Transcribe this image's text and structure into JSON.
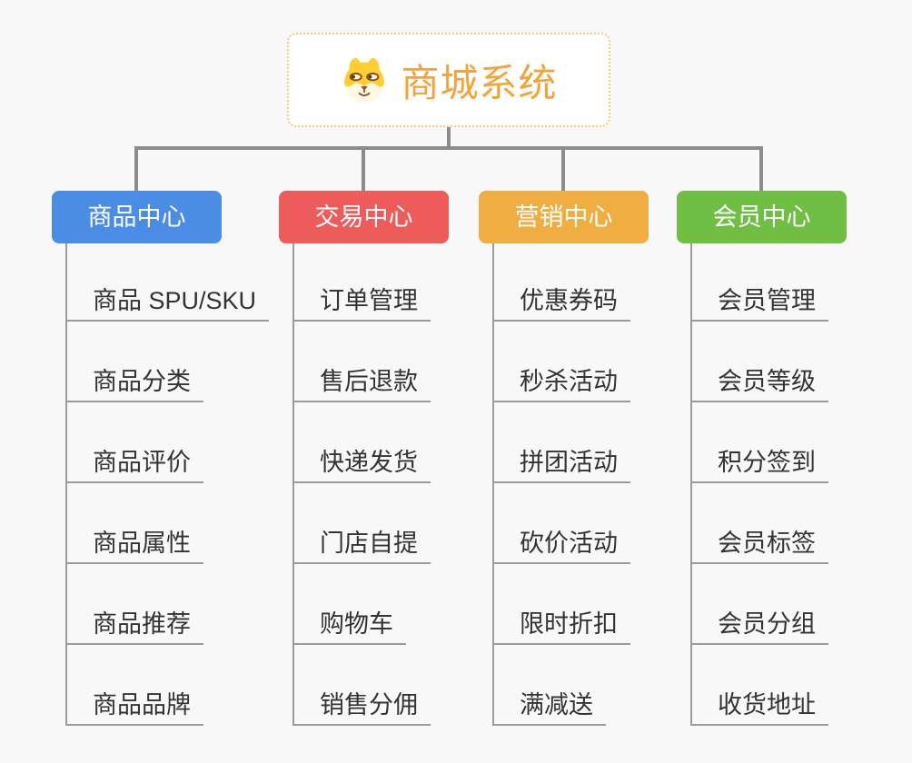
{
  "canvas": {
    "background": "#F8F8F9"
  },
  "root": {
    "title": "商城系统",
    "icon": "dog-face-icon",
    "title_color": "#F1A43B",
    "border_color": "#F6C97A",
    "background": "#FFFFFF"
  },
  "connectors": {
    "tree_line_color": "#8C8C8C",
    "leaf_line_color": "#9B9B9B"
  },
  "leaf_text_color": "#333333",
  "branches": [
    {
      "label": "商品中心",
      "color": "#4B8DE4",
      "items": [
        "商品 SPU/SKU",
        "商品分类",
        "商品评价",
        "商品属性",
        "商品推荐",
        "商品品牌"
      ]
    },
    {
      "label": "交易中心",
      "color": "#EE5B5B",
      "items": [
        "订单管理",
        "售后退款",
        "快递发货",
        "门店自提",
        "购物车",
        "销售分佣"
      ]
    },
    {
      "label": "营销中心",
      "color": "#EFAD42",
      "items": [
        "优惠券码",
        "秒杀活动",
        "拼团活动",
        "砍价活动",
        "限时折扣",
        "满减送"
      ]
    },
    {
      "label": "会员中心",
      "color": "#70BE44",
      "items": [
        "会员管理",
        "会员等级",
        "积分签到",
        "会员标签",
        "会员分组",
        "收货地址"
      ]
    }
  ]
}
